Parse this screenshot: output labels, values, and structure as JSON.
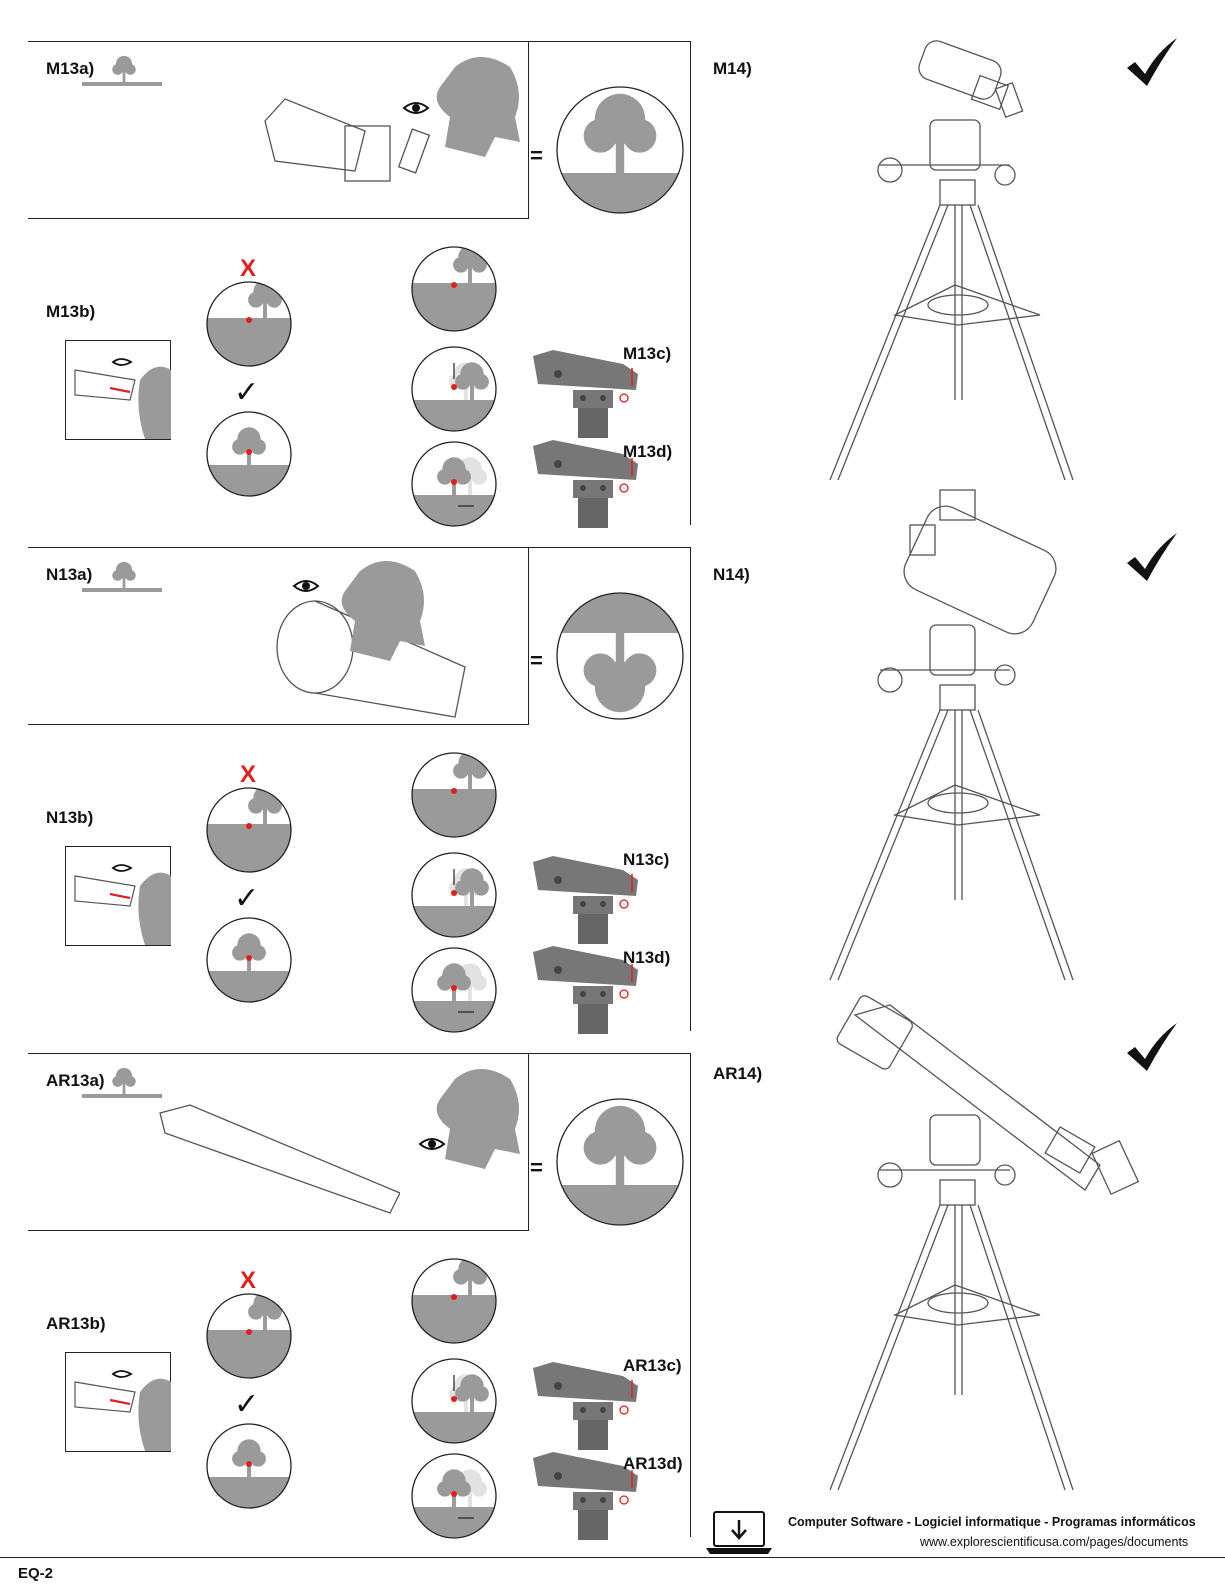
{
  "sections": [
    {
      "id": "m",
      "a_label": "M13a)",
      "b_label": "M13b)",
      "c_label": "M13c)",
      "d_label": "M13d)",
      "final_label": "M14)"
    },
    {
      "id": "n",
      "a_label": "N13a)",
      "b_label": "N13b)",
      "c_label": "N13c)",
      "d_label": "N13d)",
      "final_label": "N14)"
    },
    {
      "id": "ar",
      "a_label": "AR13a)",
      "b_label": "AR13b)",
      "c_label": "AR13c)",
      "d_label": "AR13d)",
      "final_label": "AR14)"
    }
  ],
  "symbols": {
    "equals": "=",
    "wrong": "X",
    "right": "✓"
  },
  "footer": {
    "line1": "Computer Software - Logiciel informatique - Programas informáticos",
    "line2": "www.explorescientificusa.com/pages/documents",
    "icon": "download-laptop-icon"
  },
  "page_number": "EQ-2",
  "colors": {
    "gray": "#9a9a9a",
    "red": "#e0201e",
    "light": "#e2e2e2",
    "line": "#222222"
  }
}
